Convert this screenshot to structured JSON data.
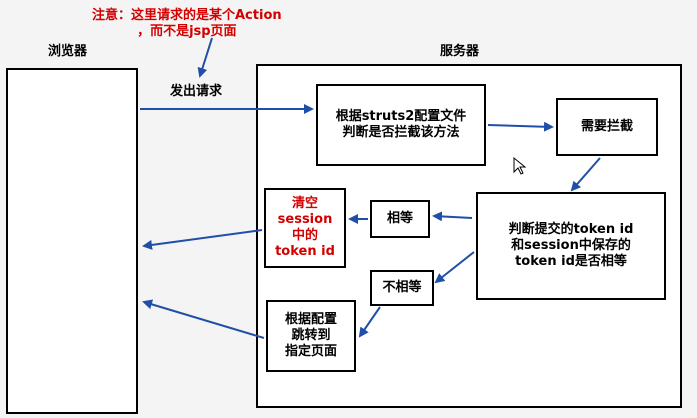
{
  "note": "注意：这里请求的是某个Action\n，而不是jsp页面",
  "browser_label": "浏览器",
  "server_label": "服务器",
  "send_request": "发出请求",
  "boxes": {
    "check_method": "根据struts2配置文件\n判断是否拦截该方法",
    "need_intercept": "需要拦截",
    "compare_token": "判断提交的token id\n和session中保存的\ntoken id是否相等",
    "equal": "相等",
    "not_equal": "不相等",
    "clear_session": "清空\nsession\n中的\ntoken id",
    "redirect": "根据配置\n跳转到\n指定页面"
  },
  "colors": {
    "note": "#d40000",
    "arrow": "#1f4fa8",
    "clear_text": "#d40000"
  }
}
